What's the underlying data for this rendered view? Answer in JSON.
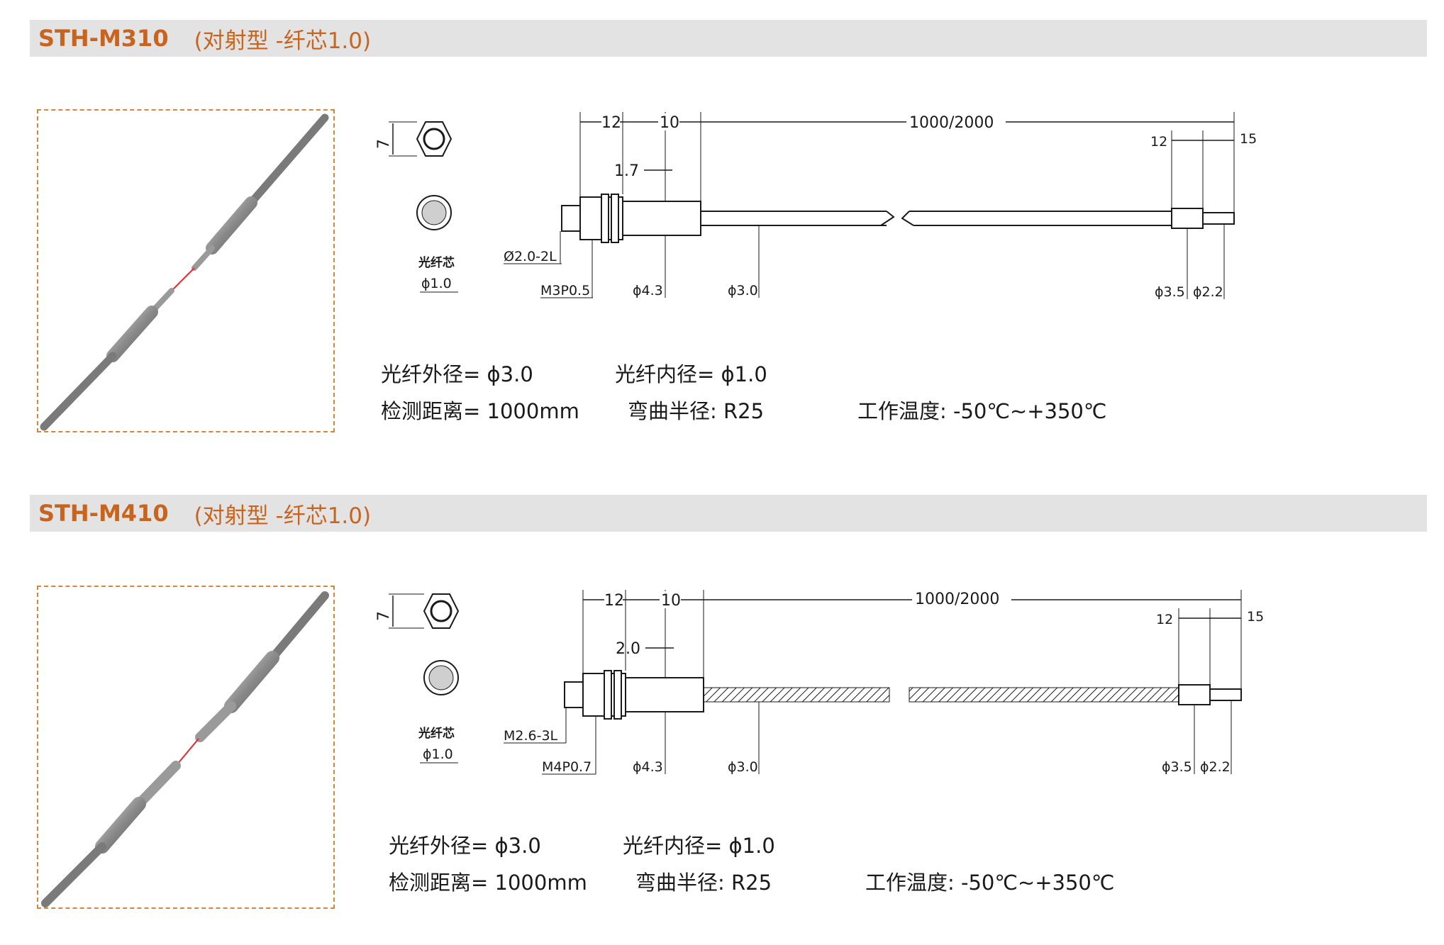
{
  "sections": [
    {
      "model": "STH-M310",
      "subtitle": "(对射型 -纤芯1.0)",
      "dims": {
        "hex_height": "7",
        "core_label": "光纤芯",
        "core_dia": "ϕ1.0",
        "len_a": "12",
        "len_b": "10",
        "len_total": "1000/2000",
        "gap": "1.7",
        "tip_len": "12",
        "end_len": "15",
        "tip_thread": "Ø2.0-2L",
        "thread": "M3P0.5",
        "body_dia": "ϕ4.3",
        "cable_dia": "ϕ3.0",
        "sleeve_dia": "ϕ3.5",
        "end_dia": "ϕ2.2"
      },
      "specs": {
        "outer": "光纤外径= ϕ3.0",
        "inner": "光纤内径= ϕ1.0",
        "distance": "检测距离= 1000mm",
        "bend": "弯曲半径:  R25",
        "temp": "工作温度:  -50℃~+350℃"
      }
    },
    {
      "model": "STH-M410",
      "subtitle": "(对射型 -纤芯1.0)",
      "dims": {
        "hex_height": "7",
        "core_label": "光纤芯",
        "core_dia": "ϕ1.0",
        "len_a": "12",
        "len_b": "10",
        "len_total": "1000/2000",
        "gap": "2.0",
        "tip_len": "12",
        "end_len": "15",
        "tip_thread": "M2.6-3L",
        "thread": "M4P0.7",
        "body_dia": "ϕ4.3",
        "cable_dia": "ϕ3.0",
        "sleeve_dia": "ϕ3.5",
        "end_dia": "ϕ2.2"
      },
      "specs": {
        "outer": "光纤外径= ϕ3.0",
        "inner": "光纤内径= ϕ1.0",
        "distance": "检测距离= 1000mm",
        "bend": "弯曲半径:  R25",
        "temp": "工作温度:  -50℃~+350℃"
      }
    }
  ]
}
